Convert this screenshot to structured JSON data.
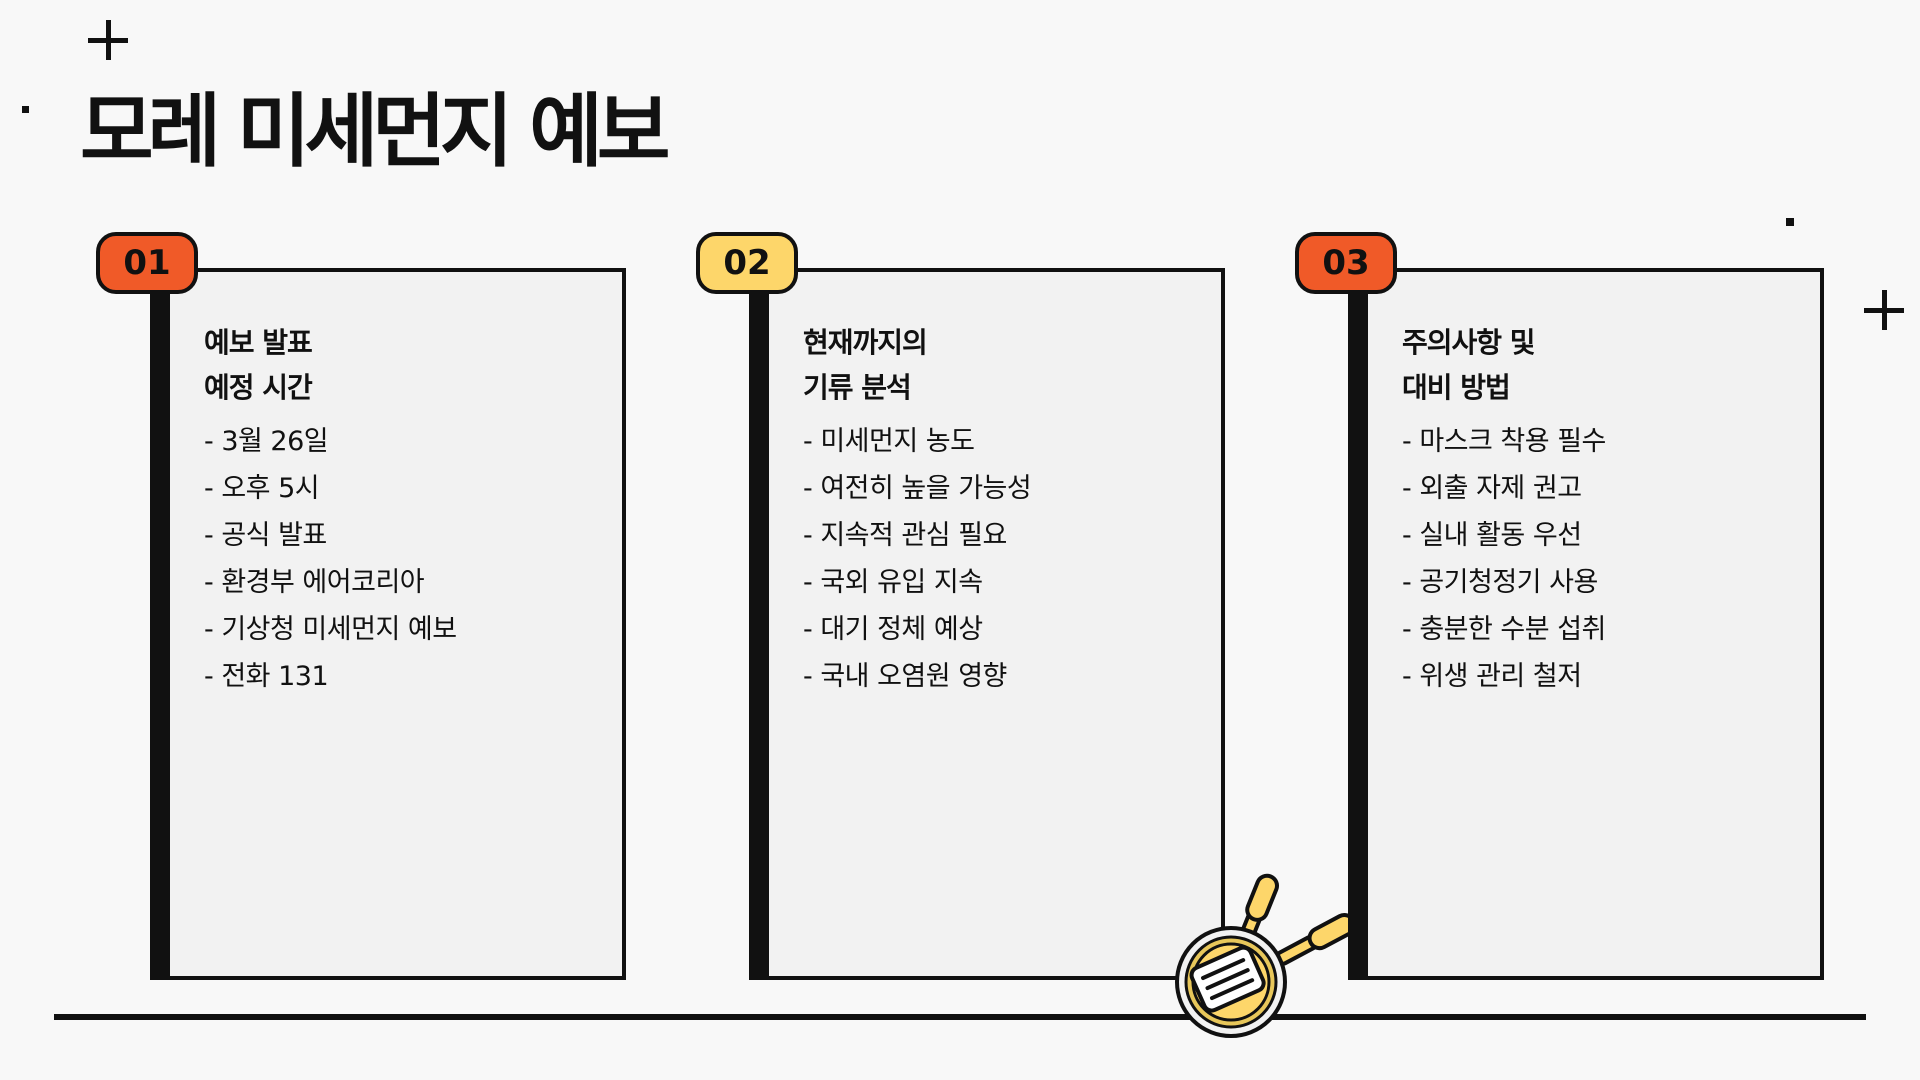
{
  "title": "모레 미세먼지 예보",
  "cards": [
    {
      "number": "01",
      "heading": [
        "예보 발표",
        "예정 시간"
      ],
      "items": [
        "- 3월 26일",
        "- 오후 5시",
        "- 공식 발표",
        "- 환경부 에어코리아",
        "- 기상청 미세먼지 예보",
        "- 전화 131"
      ],
      "badge_color": "#f05a28"
    },
    {
      "number": "02",
      "heading": [
        "현재까지의",
        "기류 분석"
      ],
      "items": [
        "- 미세먼지 농도",
        "- 여전히 높을 가능성",
        "- 지속적 관심 필요",
        "- 국외 유입 지속",
        "- 대기 정체 예상",
        "- 국내 오염원 영향"
      ],
      "badge_color": "#fdd66a"
    },
    {
      "number": "03",
      "heading": [
        "주의사항 및",
        "대비 방법"
      ],
      "items": [
        "- 마스크 착용 필수",
        "- 외출 자제 권고",
        "- 실내 활동 우선",
        "- 공기청정기 사용",
        "- 충분한 수분 섭취",
        "- 위생 관리 철저"
      ],
      "badge_color": "#f05a28"
    }
  ],
  "decor": {
    "pan_icon": "frying-pan-spatula-icon",
    "plus_icon": "plus-icon"
  }
}
